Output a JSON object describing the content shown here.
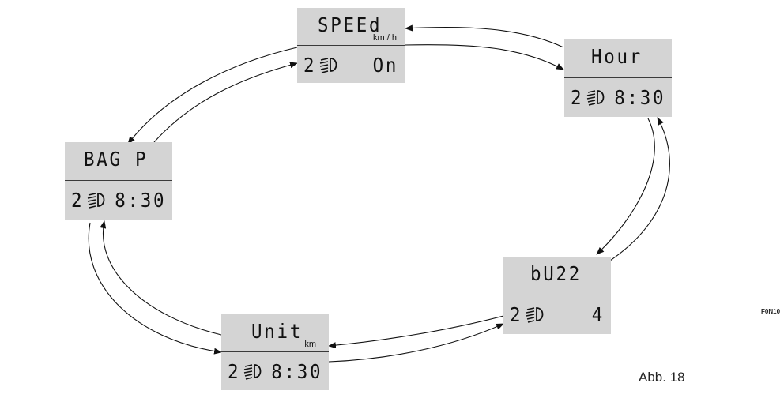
{
  "displays": [
    {
      "id": "speed",
      "title": "SPEEd",
      "unit": "km / h",
      "gear": "2",
      "value": "On"
    },
    {
      "id": "hour",
      "title": "Hour",
      "unit": "",
      "gear": "2",
      "value": "8:30"
    },
    {
      "id": "buzz",
      "title": "bU22",
      "unit": "",
      "gear": "2",
      "value": "4"
    },
    {
      "id": "unit",
      "title": "Unit",
      "unit": "km",
      "gear": "2",
      "value": "8:30"
    },
    {
      "id": "bag",
      "title": "BAG P",
      "unit": "",
      "gear": "2",
      "value": "8:30"
    }
  ],
  "figure_code": "F0N10",
  "caption": "Abb. 18",
  "lamp_icon": "headlamp-leveling-icon"
}
